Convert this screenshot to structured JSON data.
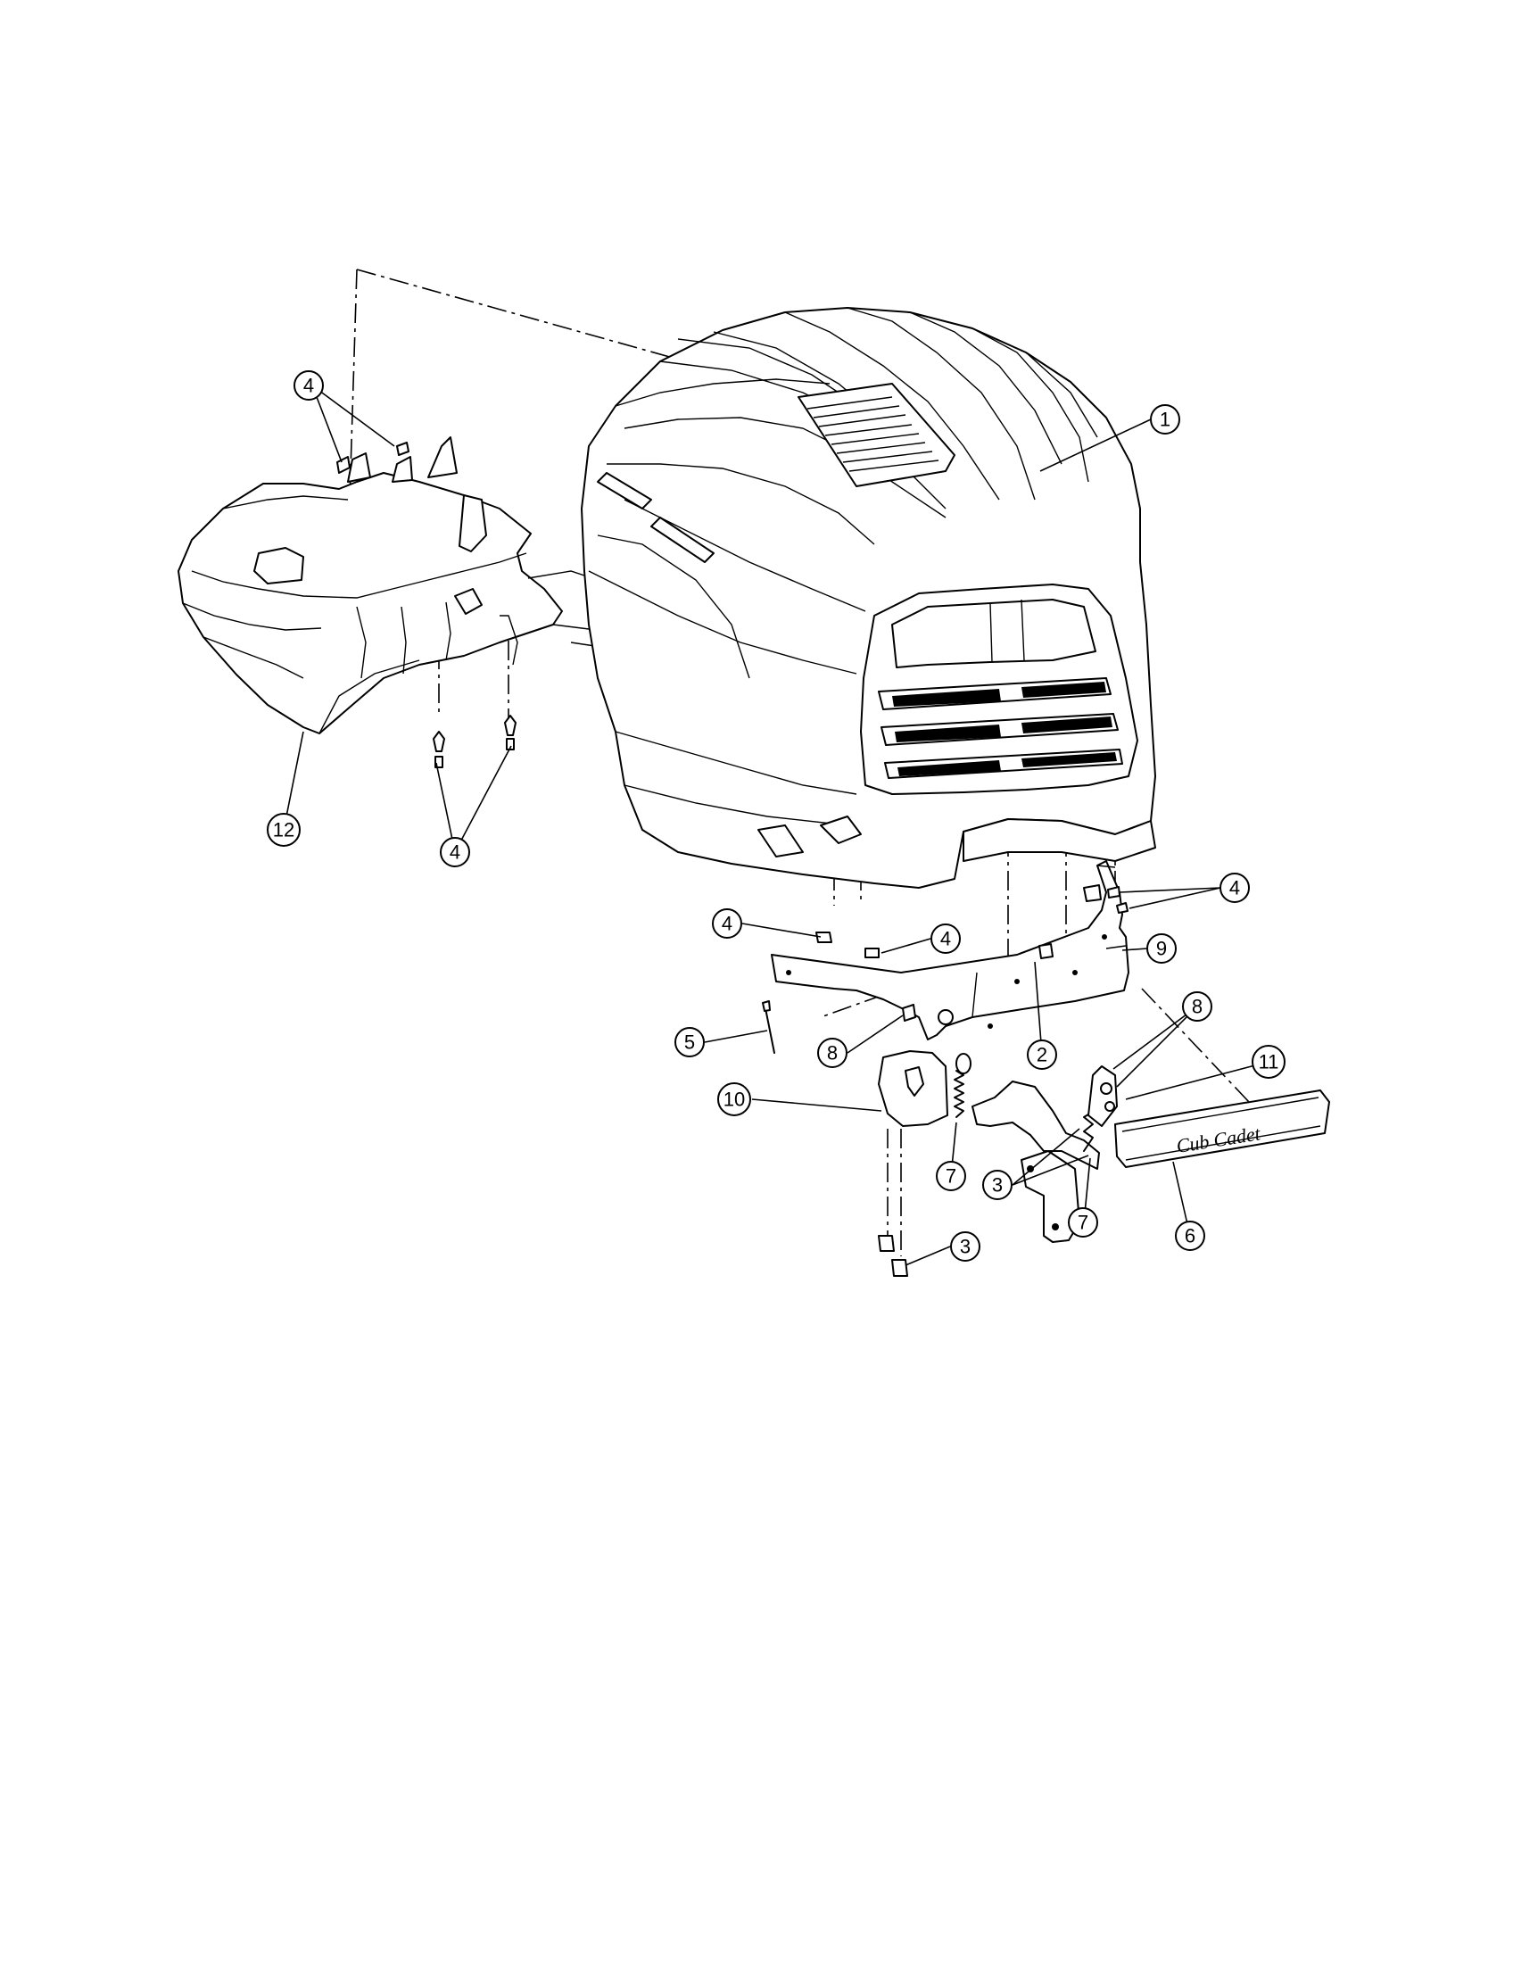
{
  "diagram": {
    "callouts": [
      {
        "id": "c1",
        "label": "1"
      },
      {
        "id": "c2",
        "label": "2"
      },
      {
        "id": "c3a",
        "label": "3"
      },
      {
        "id": "c3b",
        "label": "3"
      },
      {
        "id": "c4a",
        "label": "4"
      },
      {
        "id": "c4b",
        "label": "4"
      },
      {
        "id": "c4c",
        "label": "4"
      },
      {
        "id": "c4d",
        "label": "4"
      },
      {
        "id": "c4e",
        "label": "4"
      },
      {
        "id": "c5",
        "label": "5"
      },
      {
        "id": "c6",
        "label": "6"
      },
      {
        "id": "c7a",
        "label": "7"
      },
      {
        "id": "c7b",
        "label": "7"
      },
      {
        "id": "c8a",
        "label": "8"
      },
      {
        "id": "c8b",
        "label": "8"
      },
      {
        "id": "c9",
        "label": "9"
      },
      {
        "id": "c10",
        "label": "10"
      },
      {
        "id": "c11",
        "label": "11"
      },
      {
        "id": "c12",
        "label": "12"
      }
    ],
    "logo_text": "Cub Cadet"
  }
}
